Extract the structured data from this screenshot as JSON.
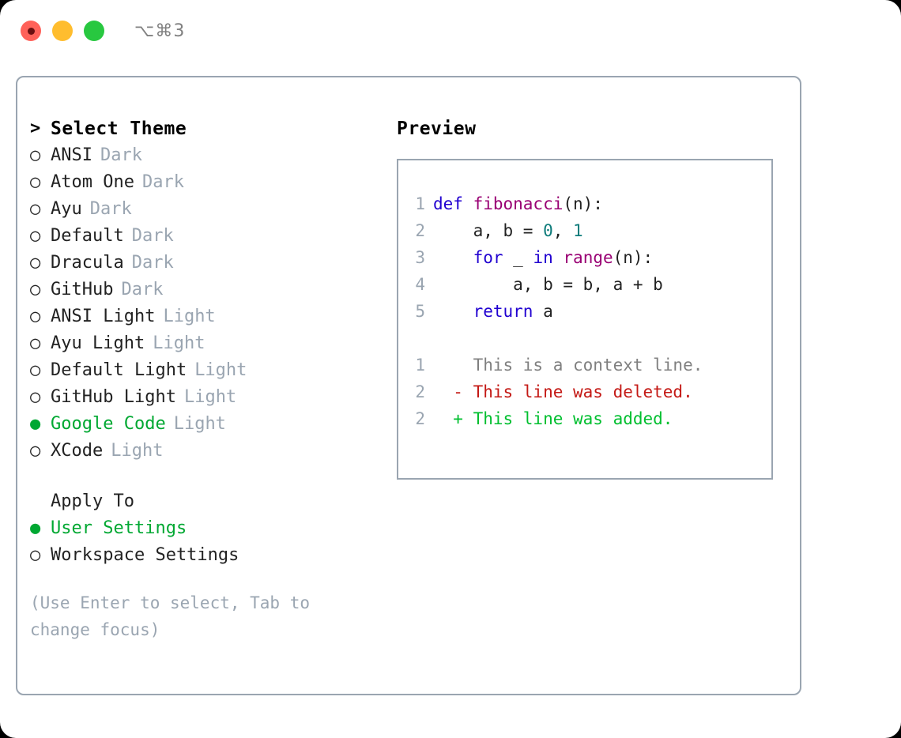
{
  "titlebar": {
    "shortcut": "⌥⌘3",
    "lights": [
      {
        "name": "close",
        "color": "#ff6159"
      },
      {
        "name": "minimize",
        "color": "#ffbd2e"
      },
      {
        "name": "zoom",
        "color": "#28c840"
      }
    ]
  },
  "colors": {
    "selected_green": "#00a832",
    "muted_gray": "#9aa5b1",
    "keyword_blue": "#2000d0",
    "function_purple": "#990073",
    "number_teal": "#0e7c7b",
    "diff_deleted": "#c41a16",
    "diff_added": "#00bf2f",
    "border": "#9aa5b1"
  },
  "theme_panel": {
    "heading": "Select Theme",
    "caret": ">",
    "marker_unselected": "○",
    "marker_selected": "●",
    "items": [
      {
        "label": "ANSI",
        "tag": "Dark",
        "selected": false
      },
      {
        "label": "Atom One",
        "tag": "Dark",
        "selected": false
      },
      {
        "label": "Ayu",
        "tag": "Dark",
        "selected": false
      },
      {
        "label": "Default",
        "tag": "Dark",
        "selected": false
      },
      {
        "label": "Dracula",
        "tag": "Dark",
        "selected": false
      },
      {
        "label": "GitHub",
        "tag": "Dark",
        "selected": false
      },
      {
        "label": "ANSI Light",
        "tag": "Light",
        "selected": false
      },
      {
        "label": "Ayu Light",
        "tag": "Light",
        "selected": false
      },
      {
        "label": "Default Light",
        "tag": "Light",
        "selected": false
      },
      {
        "label": "GitHub Light",
        "tag": "Light",
        "selected": false
      },
      {
        "label": "Google Code",
        "tag": "Light",
        "selected": true
      },
      {
        "label": "XCode",
        "tag": "Light",
        "selected": false
      }
    ]
  },
  "apply_to": {
    "heading": "Apply To",
    "items": [
      {
        "label": "User Settings",
        "selected": true
      },
      {
        "label": "Workspace Settings",
        "selected": false
      }
    ]
  },
  "hint": "(Use Enter to select, Tab to change focus)",
  "preview": {
    "title": "Preview",
    "code_lines": [
      {
        "number": "1",
        "tokens": [
          {
            "text": "def ",
            "type": "kw"
          },
          {
            "text": "fibonacci",
            "type": "fn"
          },
          {
            "text": "(n):",
            "type": "plain"
          }
        ]
      },
      {
        "number": "2",
        "tokens": [
          {
            "text": "    a, b = ",
            "type": "plain"
          },
          {
            "text": "0",
            "type": "num"
          },
          {
            "text": ", ",
            "type": "plain"
          },
          {
            "text": "1",
            "type": "num"
          }
        ]
      },
      {
        "number": "3",
        "tokens": [
          {
            "text": "    ",
            "type": "plain"
          },
          {
            "text": "for",
            "type": "kw"
          },
          {
            "text": " _ ",
            "type": "plain"
          },
          {
            "text": "in",
            "type": "kw"
          },
          {
            "text": " ",
            "type": "plain"
          },
          {
            "text": "range",
            "type": "fn"
          },
          {
            "text": "(n):",
            "type": "plain"
          }
        ]
      },
      {
        "number": "4",
        "tokens": [
          {
            "text": "        a, b = b, a + b",
            "type": "plain"
          }
        ]
      },
      {
        "number": "5",
        "tokens": [
          {
            "text": "    ",
            "type": "plain"
          },
          {
            "text": "return",
            "type": "kw"
          },
          {
            "text": " a",
            "type": "plain"
          }
        ]
      }
    ],
    "diff_lines": [
      {
        "number": "1",
        "sign": " ",
        "text": " This is a context line.",
        "type": "ctx"
      },
      {
        "number": "2",
        "sign": "-",
        "text": " This line was deleted.",
        "type": "del"
      },
      {
        "number": "2",
        "sign": "+",
        "text": " This line was added.",
        "type": "add"
      }
    ]
  }
}
